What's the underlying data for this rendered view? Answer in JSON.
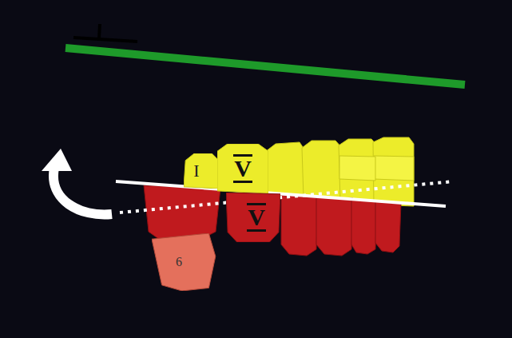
{
  "diagram": {
    "nodes": [
      {
        "text": [
          "I"
        ]
      },
      {
        "text": [
          "V"
        ]
      },
      {
        "text": [
          "V"
        ]
      },
      {
        "text": [
          "6"
        ]
      }
    ]
  }
}
